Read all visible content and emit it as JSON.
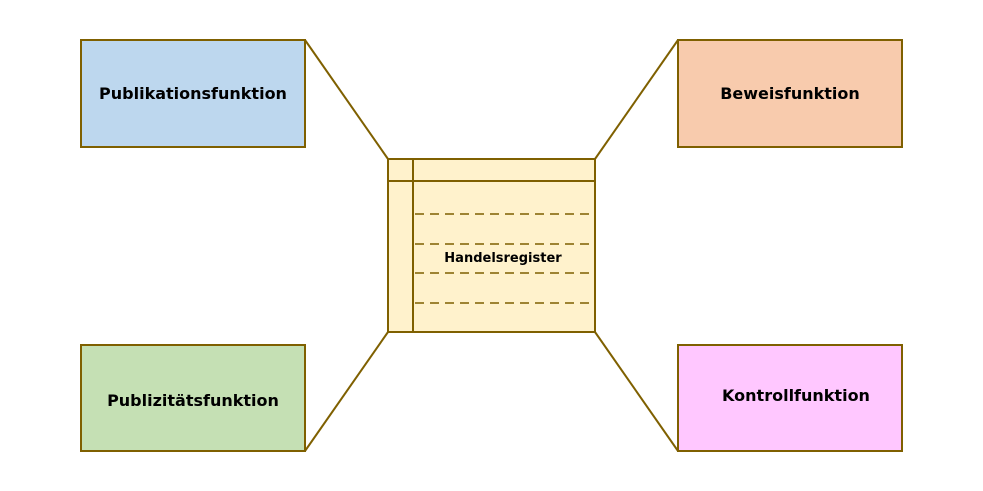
{
  "diagram": {
    "center": {
      "label": "Handelsregister",
      "fill": "#fff2cc",
      "stroke": "#7f6000"
    },
    "nodes": [
      {
        "id": "publikation",
        "label": "Publikationsfunktion",
        "fill": "#bdd7ee"
      },
      {
        "id": "beweis",
        "label": "Beweisfunktion",
        "fill": "#f8cbad"
      },
      {
        "id": "publizitaet",
        "label": "Publizitätsfunktion",
        "fill": "#c5e0b4"
      },
      {
        "id": "kontroll",
        "label": "Kontrollfunktion",
        "fill": "#ffc7ff"
      }
    ],
    "stroke_color": "#7f6000"
  }
}
